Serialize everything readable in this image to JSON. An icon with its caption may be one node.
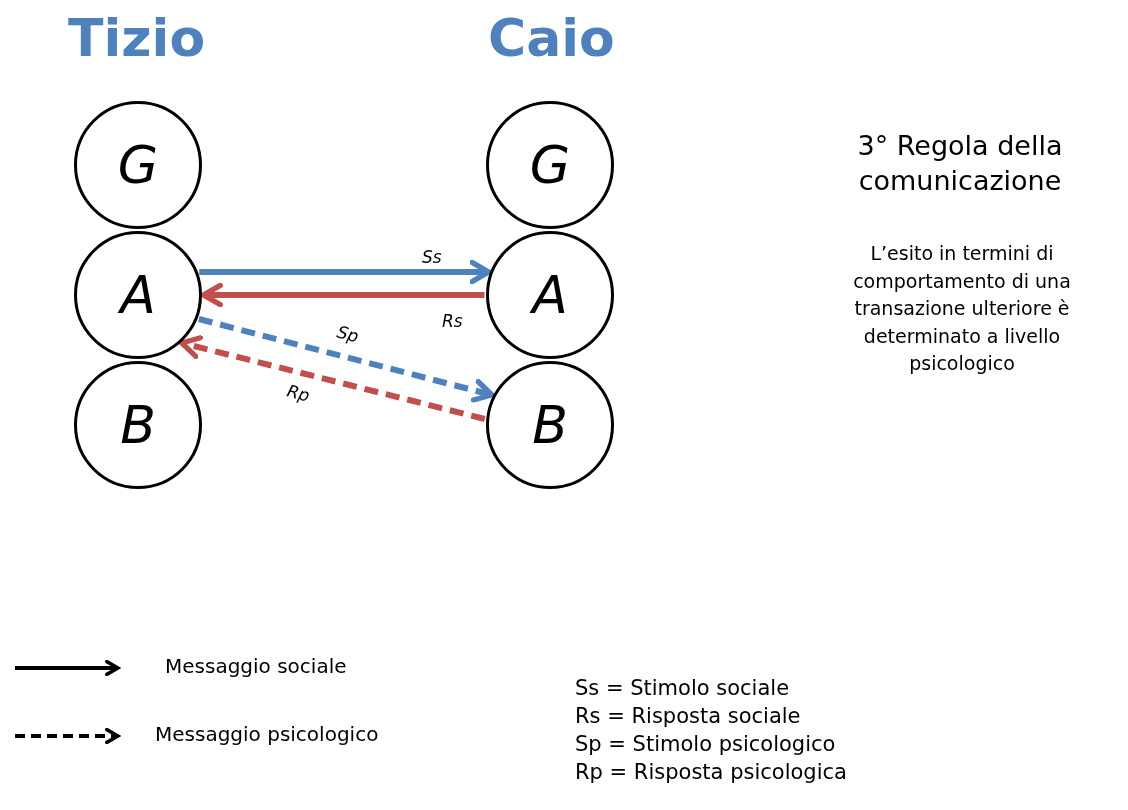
{
  "diagram": {
    "title": "3° Regola della comunicazione",
    "nodes": [
      {
        "text": [
          "G"
        ]
      },
      {
        "text": [
          "A"
        ]
      },
      {
        "text": [
          "B"
        ]
      },
      {
        "text": [
          "G"
        ]
      },
      {
        "text": [
          "A"
        ]
      },
      {
        "text": [
          "B"
        ]
      }
    ],
    "edges": [
      {
        "from": 1,
        "to": 4,
        "arrow": "to",
        "label": "Ss",
        "color": "#4f81bd"
      },
      {
        "from": 4,
        "to": 1,
        "arrow": "to",
        "label": "Rs",
        "color": "#c0504d"
      },
      {
        "from": 1,
        "to": 5,
        "arrow": "to",
        "label": "Sp",
        "style": "dashed",
        "color": "#4f81bd"
      },
      {
        "from": 5,
        "to": 1,
        "arrow": "to",
        "label": "Rp",
        "style": "dashed",
        "color": "#c0504d"
      }
    ],
    "labels": [
      "Tizio",
      "Caio",
      "L’esito in termini di comportamento di una transazione ulteriore è determinato a livello psicologico",
      "Ss = Stimolo sociale",
      "Rs = Risposta sociale",
      "Sp = Stimolo psicologico",
      "Rp = Risposta psicologica"
    ],
    "legend": [
      {
        "text": "Messaggio sociale"
      },
      {
        "text": "Messaggio psicologico"
      }
    ]
  }
}
